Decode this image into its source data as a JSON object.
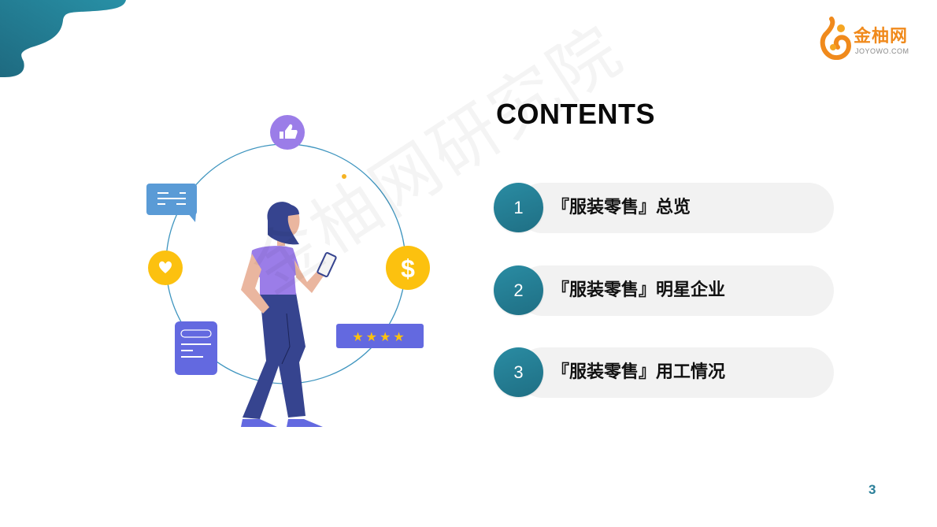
{
  "brand": {
    "logo_text": "金柚网",
    "logo_subtext": "JOYOWO.COM",
    "accent_color": "#237f95",
    "logo_color": "#f08a1c"
  },
  "main": {
    "heading": "CONTENTS",
    "items": [
      {
        "number": "1",
        "label": "『服装零售』总览"
      },
      {
        "number": "2",
        "label": "『服装零售』明星企业"
      },
      {
        "number": "3",
        "label": "『服装零售』用工情况"
      }
    ]
  },
  "illustration": {
    "icons": [
      "thumbs-up-icon",
      "chat-bubble-icon",
      "heart-icon",
      "dollar-icon",
      "document-icon",
      "star-rating-icon"
    ],
    "rating_stars": "★★★★",
    "dollar_symbol": "$"
  },
  "watermark": "金柚网研究院",
  "footer": {
    "page_number": "3"
  }
}
